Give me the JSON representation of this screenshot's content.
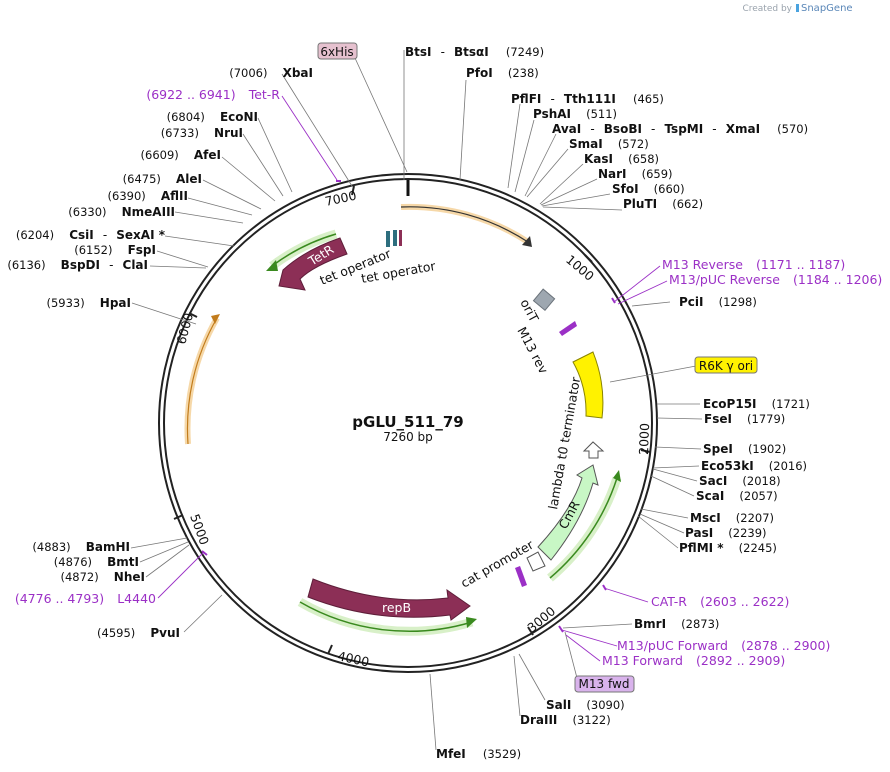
{
  "brand": {
    "prefix": "Created by",
    "name": "SnapGene"
  },
  "plasmid": {
    "name": "pGLU_511_79",
    "size": "7260 bp"
  },
  "ticks": [
    "1000",
    "2000",
    "3000",
    "4000",
    "5000",
    "6000",
    "7000"
  ],
  "sites_right": [
    {
      "name": "BtsI",
      "sep": "-",
      "name2": "BtsαI",
      "pos": "(7249)"
    },
    {
      "name": "PfoI",
      "pos": "(238)"
    },
    {
      "name": "PflFI",
      "sep": "-",
      "name2": "Tth111I",
      "pos": "(465)"
    },
    {
      "name": "PshAI",
      "pos": "(511)"
    },
    {
      "name": "AvaI",
      "sep": "-",
      "name2": "BsoBI",
      "name3": "TspMI",
      "name4": "XmaI",
      "pos": "(570)"
    },
    {
      "name": "SmaI",
      "pos": "(572)"
    },
    {
      "name": "KasI",
      "pos": "(658)"
    },
    {
      "name": "NarI",
      "pos": "(659)"
    },
    {
      "name": "SfoI",
      "pos": "(660)"
    },
    {
      "name": "PluTI",
      "pos": "(662)"
    },
    {
      "name": "PciI",
      "pos": "(1298)"
    },
    {
      "name": "EcoP15I",
      "pos": "(1721)"
    },
    {
      "name": "FseI",
      "pos": "(1779)"
    },
    {
      "name": "SpeI",
      "pos": "(1902)"
    },
    {
      "name": "Eco53kI",
      "pos": "(2016)"
    },
    {
      "name": "SacI",
      "pos": "(2018)"
    },
    {
      "name": "ScaI",
      "pos": "(2057)"
    },
    {
      "name": "MscI",
      "pos": "(2207)"
    },
    {
      "name": "PasI",
      "pos": "(2239)"
    },
    {
      "name": "PflMI *",
      "pos": "(2245)"
    },
    {
      "name": "BmrI",
      "pos": "(2873)"
    },
    {
      "name": "SalI",
      "pos": "(3090)"
    },
    {
      "name": "DraIII",
      "pos": "(3122)"
    },
    {
      "name": "MfeI",
      "pos": "(3529)"
    }
  ],
  "sites_left": [
    {
      "name": "XbaI",
      "pos": "(7006)"
    },
    {
      "name": "EcoNI",
      "pos": "(6804)"
    },
    {
      "name": "NruI",
      "pos": "(6733)"
    },
    {
      "name": "AfeI",
      "pos": "(6609)"
    },
    {
      "name": "AleI",
      "pos": "(6475)"
    },
    {
      "name": "AflII",
      "pos": "(6390)"
    },
    {
      "name": "NmeAIII",
      "pos": "(6330)"
    },
    {
      "name": "CsiI",
      "sep": "-",
      "name2": "SexAI *",
      "pos": "(6204)"
    },
    {
      "name": "FspI",
      "pos": "(6152)"
    },
    {
      "name": "BspDI",
      "sep": "-",
      "name2": "ClaI",
      "pos": "(6136)"
    },
    {
      "name": "HpaI",
      "pos": "(5933)"
    },
    {
      "name": "BamHI",
      "pos": "(4883)"
    },
    {
      "name": "BmtI",
      "pos": "(4876)"
    },
    {
      "name": "NheI",
      "pos": "(4872)"
    },
    {
      "name": "PvuI",
      "pos": "(4595)"
    }
  ],
  "primers": [
    {
      "name": "Tet-R",
      "range": "(6922 .. 6941)"
    },
    {
      "name": "M13 Reverse",
      "range": "(1171 .. 1187)"
    },
    {
      "name": "M13/pUC Reverse",
      "range": "(1184 .. 1206)"
    },
    {
      "name": "CAT-R",
      "range": "(2603 .. 2622)"
    },
    {
      "name": "M13/pUC Forward",
      "range": "(2878 .. 2900)"
    },
    {
      "name": "M13 Forward",
      "range": "(2892 .. 2909)"
    },
    {
      "name": "L4440",
      "range": "(4776 .. 4793)"
    }
  ],
  "boxed_features": [
    {
      "name": "6xHis",
      "color": "#e6c1cf"
    },
    {
      "name": "R6K γ ori",
      "color": "#fff200"
    },
    {
      "name": "M13 fwd",
      "color": "#d9b3ec"
    }
  ],
  "features": {
    "tetr": "TetR",
    "tet_op1": "tet operator",
    "tet_op2": "tet operator",
    "orit": "oriT",
    "m13rev": "M13 rev",
    "lambda": "lambda t0 terminator",
    "cmr": "CmR",
    "cat_promoter": "cat promoter",
    "repb": "repB"
  },
  "colors": {
    "backbone": "#222222",
    "tetr": "#8c2f56",
    "repb": "#8c2f56",
    "cmr": "#c8f7c5",
    "r6k": "#fff200",
    "orit": "#9ea7b0",
    "primer": "#9b30c6",
    "orf": "#f0a030",
    "op": "#2d6e7e"
  }
}
